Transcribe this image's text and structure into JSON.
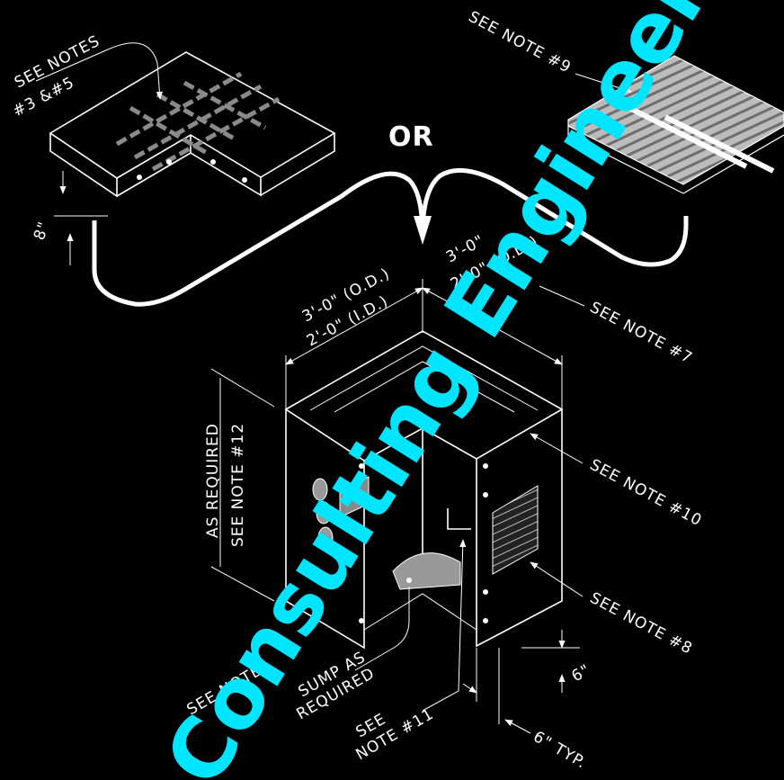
{
  "labels": {
    "see_notes_3_5_line1": "SEE NOTES",
    "see_notes_3_5_line2": "#3 &#5",
    "see_note_9": "SEE NOTE #9",
    "or": "OR",
    "dim_8in": "8\"",
    "od_3ft_left": "3'-0\" (O.D.)",
    "id_2ft_left": "2'-0\" (I.D.)",
    "od_3ft_right": "3'-0\"",
    "id_2ft_right": "2'-0\" (O.D.)",
    "see_note_7": "SEE NOTE #7",
    "as_required": "AS REQUIRED",
    "see_note_12": "SEE NOTE #12",
    "see_note_10": "SEE NOTE #10",
    "see_note_8": "SEE NOTE #8",
    "dim_6in": "6\"",
    "dim_6in_typ": "6\" TYP.",
    "see_note_left": "SEE NOTE",
    "sump_line1": "SUMP AS",
    "sump_line2": "REQUIRED",
    "see_note_11_line1": "SEE",
    "see_note_11_line2": "NOTE #11"
  },
  "watermark": {
    "text": "Consulting Engineers",
    "color": "#00e5ff"
  },
  "colors": {
    "background": "#000000",
    "linework": "#ffffff",
    "rebar": "#8a8a8a",
    "grate": "#9a9a9a"
  }
}
